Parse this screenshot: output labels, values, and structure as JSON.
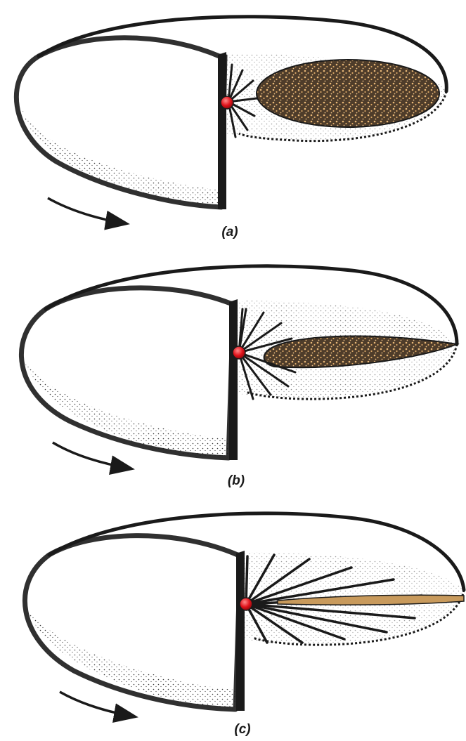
{
  "panels": [
    {
      "label": "(a)",
      "stage": "a"
    },
    {
      "label": "(b)",
      "stage": "b"
    },
    {
      "label": "(c)",
      "stage": "c"
    }
  ],
  "colors": {
    "ink": "#1a1a1a",
    "core": "#e0121a",
    "core_highlight": "#ff8a8a",
    "disk_fill": "#5a4631",
    "disk_speckle": "#e8b878"
  },
  "icons": [
    "rotation-arrow",
    "central-star",
    "radial-jet"
  ]
}
